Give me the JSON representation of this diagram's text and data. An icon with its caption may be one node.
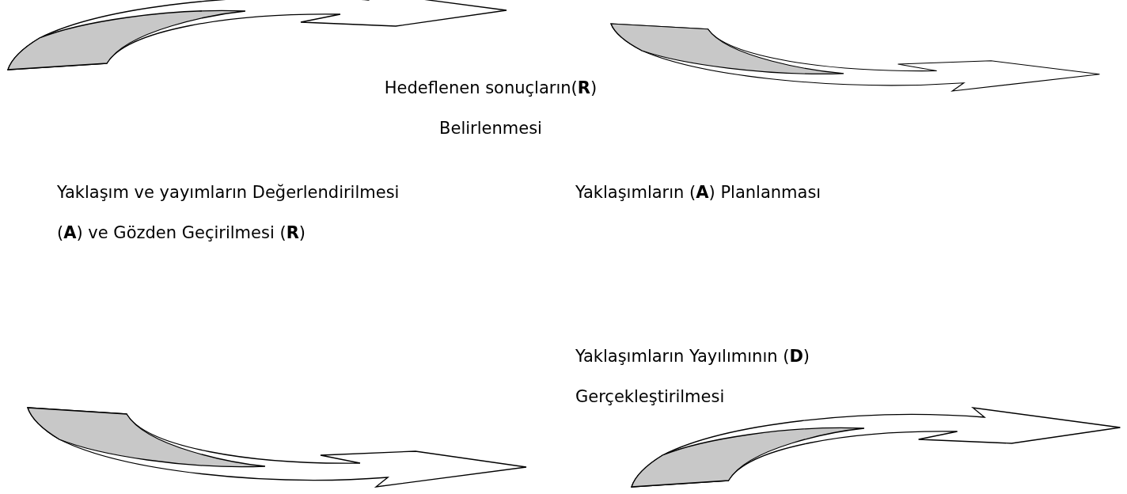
{
  "diagram": {
    "labels": [
      "Hedeflenen sonuçların(**R**) Belirlenmesi",
      "Yaklaşım ve yayımların Değerlendirilmesi (**A**) ve Gözden Geçirilmesi (**R**)",
      "Yaklaşımların (**A**) Planlanması",
      "Yaklaşımların Yayılımının (**D**) Gerçekleştirilmesi"
    ]
  }
}
